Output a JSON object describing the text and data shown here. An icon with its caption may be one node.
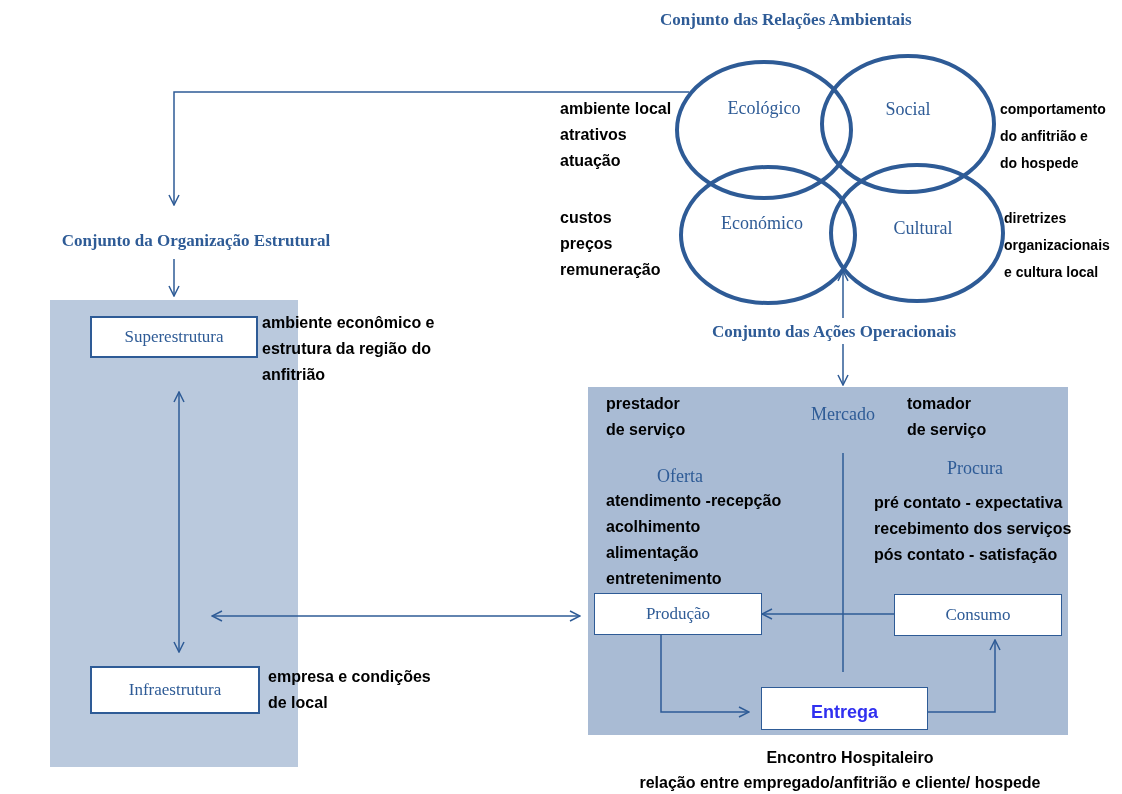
{
  "diagram": {
    "nodes": [
      {
        "text": [
          "Ecológico"
        ],
        "beside": [
          "ambiente local",
          "atrativos",
          "atuação"
        ]
      },
      {
        "text": [
          "Social"
        ],
        "beside": [
          "comportamento do anfitrião e do hospede"
        ]
      },
      {
        "text": [
          "Económico"
        ],
        "beside": [
          "custos",
          "preços",
          "remuneração"
        ]
      },
      {
        "text": [
          "Cultural"
        ],
        "beside": [
          "diretrizes organizacionais e cultura local"
        ]
      },
      {
        "text": [
          "Conjunto da Organização Estrutural"
        ]
      },
      {
        "text": [],
        "shape": "box"
      },
      {
        "text": [
          "Superestrutura"
        ],
        "in": 5,
        "beside": [
          "ambiente econômico e estrutura da região do anfitrião"
        ]
      },
      {
        "text": [
          "Infraestrutura"
        ],
        "in": 5,
        "beside": [
          "empresa e condições de local"
        ]
      },
      {
        "text": [
          "Conjunto das Ações Operacionais"
        ]
      },
      {
        "text": [],
        "shape": "box"
      },
      {
        "text": [
          "Produção"
        ],
        "in": 9
      },
      {
        "text": [
          "Consumo"
        ],
        "in": 9
      },
      {
        "text": [
          "Entrega"
        ],
        "in": 9
      }
    ],
    "edges": [
      {
        "from": 0,
        "to": 4,
        "arrow": "to"
      },
      {
        "from": 4,
        "to": 5,
        "arrow": "to"
      },
      {
        "from": 6,
        "to": 7,
        "arrow": "both"
      },
      {
        "from": null,
        "to": 10,
        "arrow": "both"
      },
      {
        "from": 8,
        "to": 9,
        "arrow": "to"
      },
      {
        "from": 8,
        "to": 3,
        "arrow": "to"
      },
      {
        "from": 11,
        "to": 10,
        "arrow": "to"
      },
      {
        "from": 10,
        "to": 12,
        "arrow": "to"
      },
      {
        "from": 12,
        "to": 11,
        "arrow": "to"
      }
    ],
    "labels": [
      "Conjunto das Relações Ambientais",
      "prestador de serviço",
      "Mercado",
      "tomador de serviço",
      "Oferta",
      "Procura",
      "atendimento -recepção",
      "pré contato - expectativa",
      "acolhimento",
      "recebimento dos serviços",
      "alimentação",
      "pós contato - satisfação",
      "entretenimento",
      "Encontro Hospitaleiro",
      "relação entre empregado/anfitrião e cliente/ hospede"
    ]
  }
}
